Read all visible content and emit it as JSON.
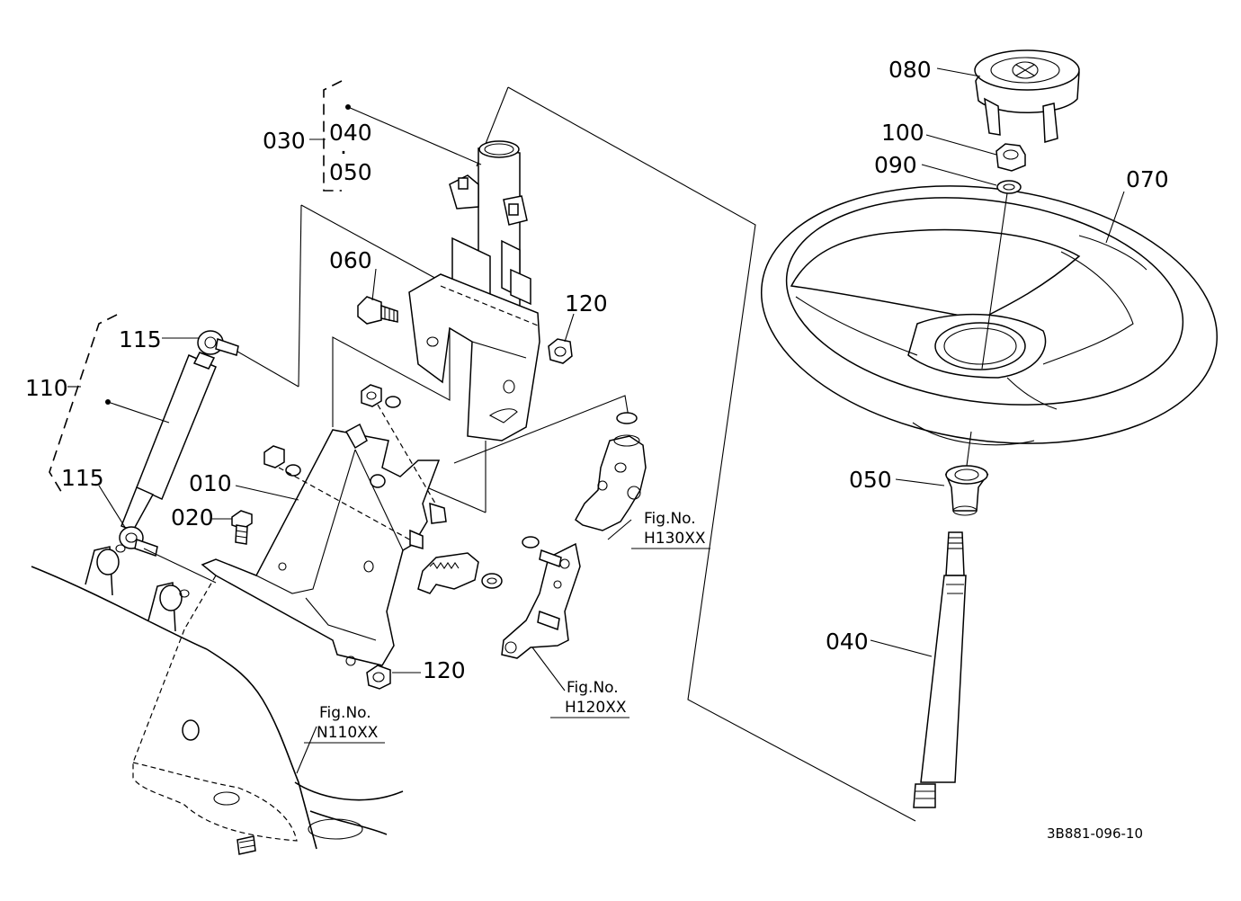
{
  "parts": {
    "p010": "010",
    "p020": "020",
    "p030": "030",
    "p040a": "040",
    "p040b": "040",
    "p050a": "050",
    "p050b": "050",
    "p060": "060",
    "p070": "070",
    "p080": "080",
    "p090": "090",
    "p100": "100",
    "p110": "110",
    "p115a": "115",
    "p115b": "115",
    "p120a": "120",
    "p120b": "120",
    "dot": "·"
  },
  "figrefs": {
    "h130": {
      "prefix": "Fig.No.",
      "code": "H130XX"
    },
    "h120": {
      "prefix": "Fig.No.",
      "code": "H120XX"
    },
    "n110": {
      "prefix": "Fig.No.",
      "code": "N110XX"
    }
  },
  "drawing_id": "3B881-096-10"
}
